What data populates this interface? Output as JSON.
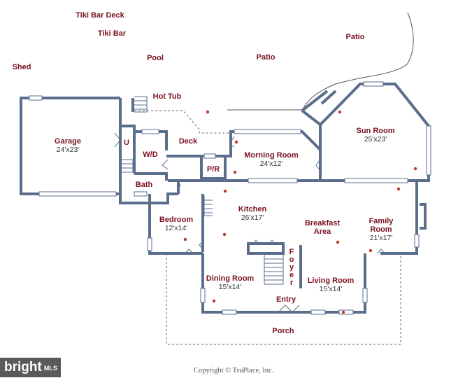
{
  "plan": {
    "rooms": [
      {
        "id": "tiki-bar-deck",
        "label": "Tiki Bar Deck",
        "dim": ""
      },
      {
        "id": "tiki-bar",
        "label": "Tiki Bar",
        "dim": ""
      },
      {
        "id": "shed",
        "label": "Shed",
        "dim": ""
      },
      {
        "id": "pool",
        "label": "Pool",
        "dim": ""
      },
      {
        "id": "patio-1",
        "label": "Patio",
        "dim": ""
      },
      {
        "id": "patio-2",
        "label": "Patio",
        "dim": ""
      },
      {
        "id": "hot-tub",
        "label": "Hot Tub",
        "dim": ""
      },
      {
        "id": "garage",
        "label": "Garage",
        "dim": "24'x23'"
      },
      {
        "id": "utility",
        "label": "U",
        "dim": ""
      },
      {
        "id": "laundry",
        "label": "W/D",
        "dim": ""
      },
      {
        "id": "deck",
        "label": "Deck",
        "dim": ""
      },
      {
        "id": "morning-room",
        "label": "Morning Room",
        "dim": "24'x12'"
      },
      {
        "id": "sun-room",
        "label": "Sun Room",
        "dim": "25'x23'"
      },
      {
        "id": "powder-room",
        "label": "P/R",
        "dim": ""
      },
      {
        "id": "bath",
        "label": "Bath",
        "dim": ""
      },
      {
        "id": "bedroom",
        "label": "Bedroom",
        "dim": "12'x14'"
      },
      {
        "id": "kitchen",
        "label": "Kitchen",
        "dim": "26'x17'"
      },
      {
        "id": "breakfast-area",
        "label": "Breakfast\nArea",
        "dim": ""
      },
      {
        "id": "family-room",
        "label": "Family\nRoom",
        "dim": "21'x17'"
      },
      {
        "id": "dining-room",
        "label": "Dining Room",
        "dim": "15'x14'"
      },
      {
        "id": "living-room",
        "label": "Living Room",
        "dim": "15'x14'"
      },
      {
        "id": "entry",
        "label": "Entry",
        "dim": ""
      },
      {
        "id": "porch",
        "label": "Porch",
        "dim": ""
      }
    ],
    "foyer_label": "Foyer"
  },
  "footer": {
    "copyright": "Copyright © TruPlace, Inc.",
    "brand": "bright",
    "brand_suffix": "MLS"
  },
  "colors": {
    "wall": "#5a6e8c",
    "label": "#7a1020",
    "dot": "#c0392b"
  }
}
